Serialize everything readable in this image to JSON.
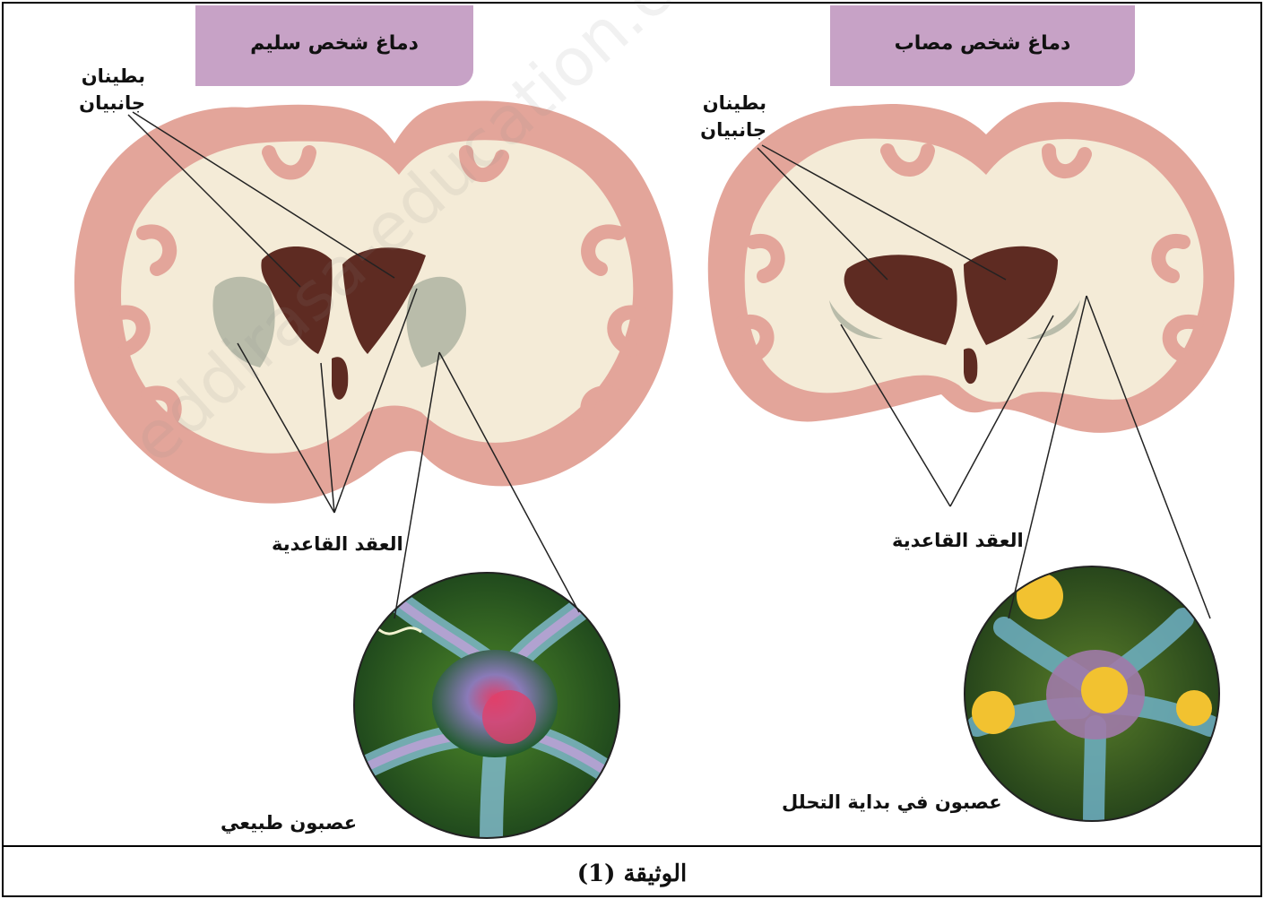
{
  "headers": {
    "healthy": "دماغ شخص سليم",
    "affected": "دماغ شخص مصاب"
  },
  "labels": {
    "ventricles_line1": "بطينان",
    "ventricles_line2": "جانبيان",
    "basal_ganglia": "العقد القاعدية",
    "normal_neuron": "عصبون طبيعي",
    "degenerating_neuron": "عصبون في بداية التحلل"
  },
  "caption": "الوثيقة (1)",
  "watermark": "eddirasa-education.com",
  "colors": {
    "header_bg": "#c7a2c6",
    "cortex": "#e3a59a",
    "white_matter": "#f4ebd7",
    "ventricle": "#5e2b22",
    "basal_ganglia": "#b9bcaa",
    "plaque": "#f2c230"
  }
}
